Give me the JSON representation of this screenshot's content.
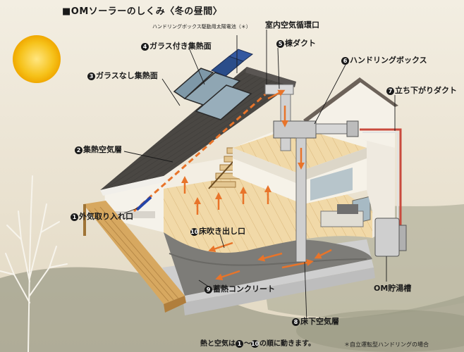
{
  "title": "■OMソーラーのしくみ〈冬の昼間〉",
  "labels": {
    "pv_battery": "ハンドリングボックス駆動用太陽電池（＊）",
    "indoor_air": "室内空気循環口",
    "glass_collector": "ガラス付き集熱面",
    "ridge_duct": "棟ダクト",
    "handling_box": "ハンドリングボックス",
    "no_glass_collector": "ガラスなし集熱面",
    "descending_duct": "立ち下がりダクト",
    "air_layer": "集熱空気層",
    "air_intake": "外気取り入れ口",
    "floor_vent": "床吹き出し口",
    "thermal_concrete": "蓄熱コンクリート",
    "hot_water_tank": "OM貯湯槽",
    "underfloor_air": "床下空気層",
    "n1": "1",
    "n2": "2",
    "n3": "3",
    "n4": "4",
    "n5": "5",
    "n6": "6",
    "n7": "7",
    "n8": "8",
    "n9": "9",
    "n10": "10"
  },
  "footer": {
    "note_a": "熱と空気は",
    "note_b": "〜",
    "note_c": "の順に動きます。",
    "footnote": "＊自立運転型ハンドリングの場合"
  },
  "colors": {
    "airflow": "#e8742a",
    "sun": "#f6c21a",
    "roof": "#4a4743",
    "glass": "#8fa6b3",
    "floor": "#f1d9a8"
  },
  "icons": [
    "sun-icon"
  ]
}
